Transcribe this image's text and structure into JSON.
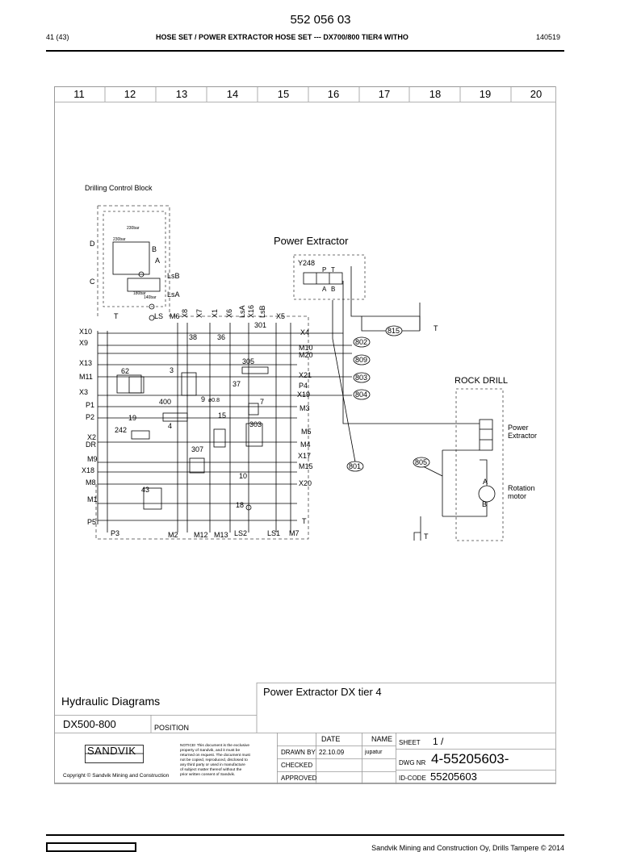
{
  "header": {
    "doc_number": "552 056 03",
    "page": "41 (43)",
    "title": "HOSE SET / POWER EXTRACTOR HOSE SET --- DX700/800 TIER4 WITHO",
    "date": "140519"
  },
  "grid_columns": [
    "11",
    "12",
    "13",
    "14",
    "15",
    "16",
    "17",
    "18",
    "19",
    "20"
  ],
  "diagram": {
    "block_title": "Drilling Control Block",
    "extractor_title": "Power Extractor",
    "rock_drill_title": "ROCK DRILL",
    "rock_drill_labels": [
      "Power",
      "Extractor",
      "Rotation",
      "motor",
      "A",
      "B",
      "T"
    ],
    "valve_tag": "Y248",
    "valve_ports": [
      "P",
      "T",
      "A",
      "B"
    ],
    "relief_labels": [
      "230bar",
      "230bar",
      "180bar",
      "140bar"
    ],
    "hoses": [
      "815",
      "802",
      "809",
      "803",
      "804",
      "801",
      "805"
    ],
    "left_ports": [
      "D",
      "C",
      "B",
      "A",
      "LsB",
      "LsA",
      "X10",
      "X9",
      "X13",
      "M11",
      "X3",
      "P1",
      "P2",
      "X2",
      "DR",
      "M9",
      "X18",
      "M8",
      "M1",
      "P5"
    ],
    "top_ports": [
      "T",
      "LS",
      "M6",
      "X8",
      "X7",
      "X1",
      "X6",
      "LsA",
      "X16",
      "LsB",
      "X5",
      "301"
    ],
    "right_ports": [
      "X4",
      "M10",
      "M20",
      "X21",
      "P4",
      "X19",
      "M3",
      "M5",
      "M4",
      "X17",
      "M15",
      "X20",
      "T",
      "T"
    ],
    "bottom_ports": [
      "P3",
      "M2",
      "M12",
      "M13",
      "LS2",
      "LS1",
      "M7"
    ],
    "components": [
      "38",
      "36",
      "305",
      "62",
      "3",
      "37",
      "400",
      "9",
      "ø0.8",
      "7",
      "19",
      "15",
      "303",
      "4",
      "242",
      "307",
      "10",
      "43",
      "18"
    ]
  },
  "title_block": {
    "main_title": "Hydraulic Diagrams",
    "subtitle": "Power Extractor DX tier 4",
    "model": "DX500-800",
    "position_label": "POSITION",
    "logo": "SANDVIK",
    "notice": [
      "NOTICE! This document is the exclusive",
      "property of Sandvik, and it must be",
      "returned on request. The document must",
      "not be copied, reproduced, disclosed to",
      "any third party or used in manufacture",
      "of subject matter thereof without the",
      "prior written consent of Sandvik."
    ],
    "copyright": "Copyright © Sandvik Mining and Construction",
    "date_header": "DATE",
    "name_header": "NAME",
    "drawn_by_label": "DRAWN BY",
    "drawn_date": "22.10.09",
    "drawn_name": "jupatur",
    "checked_label": "CHECKED",
    "approved_label": "APPROVED",
    "sheet_label": "SHEET",
    "sheet_value": "1 /",
    "dwg_label": "DWG NR",
    "dwg_value": "4-55205603-",
    "id_label": "ID-CODE",
    "id_value": "55205603"
  },
  "footer": {
    "text": "Sandvik Mining and Construction Oy, Drills Tampere © 2014"
  }
}
